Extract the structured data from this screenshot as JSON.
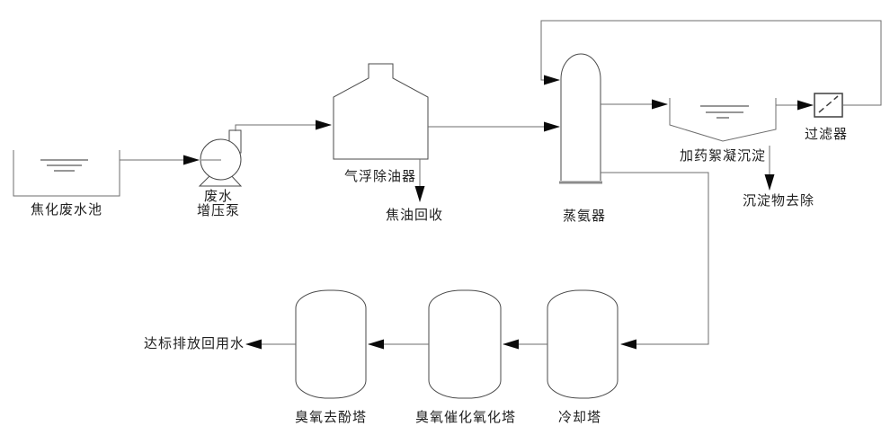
{
  "diagram": {
    "labels": {
      "source_pool": "焦化废水池",
      "pump_top": "废水",
      "pump_bottom": "增压泵",
      "flotation_unit": "气浮除油器",
      "tar_recovery": "焦油回收",
      "ammonia_stripper": "蒸氨器",
      "flocculation_tank": "加药絮凝沉淀",
      "filter": "过滤器",
      "sediment_removal": "沉淀物去除",
      "effluent": "达标排放回用水",
      "dephenol_tower": "臭氧去酚塔",
      "oxidation_tower": "臭氧催化氧化塔",
      "cooling_tower": "冷却塔"
    },
    "colors": {
      "background": "#ffffff",
      "pipe_line": "#6e6e6e",
      "vessel_line": "#4a4a4a",
      "arrowhead": "#0a0a0a",
      "text": "#1f1f1f"
    }
  }
}
